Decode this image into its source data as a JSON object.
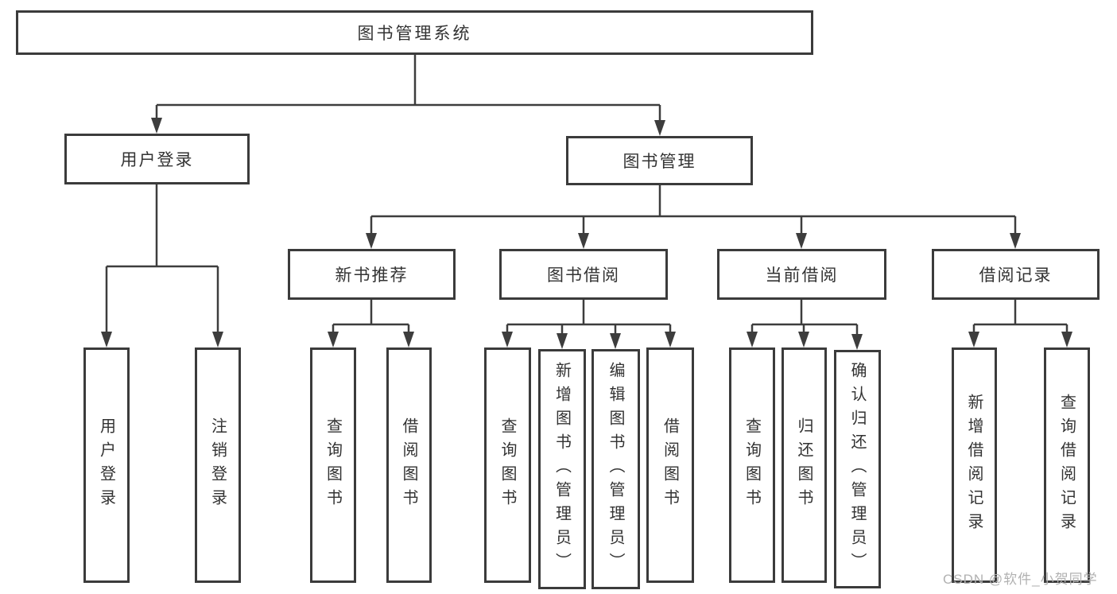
{
  "nodes": {
    "root": {
      "label": "图书管理系统"
    },
    "user_login": {
      "label": "用户登录"
    },
    "book_mgmt": {
      "label": "图书管理"
    },
    "new_book_rec": {
      "label": "新书推荐"
    },
    "book_borrow": {
      "label": "图书借阅"
    },
    "current_borrow": {
      "label": "当前借阅"
    },
    "borrow_records": {
      "label": "借阅记录"
    },
    "leaf_user_login": {
      "label": "用户登录"
    },
    "leaf_logout": {
      "label": "注销登录"
    },
    "nb_query_books": {
      "label": "查询图书"
    },
    "nb_borrow_books": {
      "label": "借阅图书"
    },
    "bb_query_books": {
      "label": "查询图书"
    },
    "bb_add_books": {
      "label": "新增图书（管理员）"
    },
    "bb_edit_books": {
      "label": "编辑图书（管理员）"
    },
    "bb_borrow_books": {
      "label": "借阅图书"
    },
    "cb_query_books": {
      "label": "查询图书"
    },
    "cb_return_books": {
      "label": "归还图书"
    },
    "cb_confirm_return": {
      "label": "确认归还（管理员）"
    },
    "br_add_record": {
      "label": "新增借阅记录"
    },
    "br_query_record": {
      "label": "查询借阅记录"
    }
  },
  "watermark": {
    "text": "CSDN @软件_小贺同学"
  },
  "colors": {
    "line": "#3d3d3d",
    "box_border": "#3b3b3b",
    "text": "#333333",
    "watermark": "#b1b1b1",
    "background": "#ffffff"
  }
}
